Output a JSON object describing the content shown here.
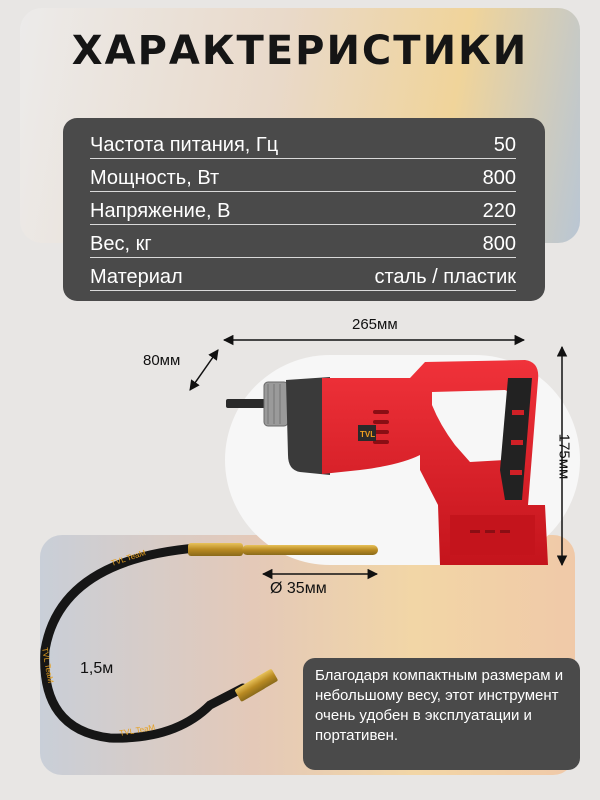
{
  "title": "ХАРАКТЕРИСТИКИ",
  "specs": [
    {
      "label": "Частота питания, Гц",
      "value": "50"
    },
    {
      "label": "Мощность, Вт",
      "value": "800"
    },
    {
      "label": "Напряжение, В",
      "value": "220"
    },
    {
      "label": "Вес, кг",
      "value": "800"
    },
    {
      "label": "Материал",
      "value": "сталь / пластик"
    }
  ],
  "dimensions": {
    "width": "265мм",
    "depth": "80мм",
    "height": "175мм",
    "diameter": "Ø 35мм",
    "hose_length": "1,5м"
  },
  "brand": {
    "logo": "TVL",
    "name": "TeaM"
  },
  "info_text": "Благодаря компактным размерам и небольшому весу, этот инструмент очень удобен в эксплуатации и портативен.",
  "colors": {
    "accent": "#e0202a",
    "panel": "#4a4a4a",
    "brass": "#c9a030"
  }
}
